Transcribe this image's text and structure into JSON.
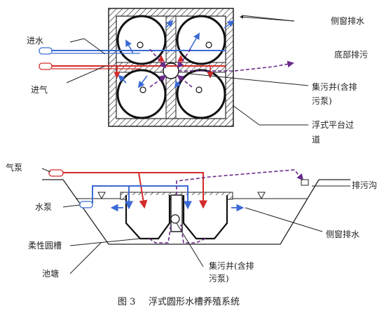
{
  "labels": {
    "jinshui": "进水",
    "jinqi": "进气",
    "cechuang_top": "侧窗排水",
    "dibu": "底部排污",
    "jiwu_top_1": "集污井(含排",
    "jiwu_top_2": "污泵)",
    "pingtai_1": "浮式平台过",
    "pingtai_2": "道",
    "qibeng": "气泵",
    "shuibeng": "水泵",
    "rouxing": "柔性圆槽",
    "chitang": "池塘",
    "paiwugou": "排污沟",
    "cechuang_bottom": "侧窗排水",
    "jiwu_bottom_1": "集污井(含排",
    "jiwu_bottom_2": "污泵)"
  },
  "caption": {
    "figure_no": "图 3",
    "title": "浮式圆形水槽养殖系统"
  },
  "colors": {
    "water": "#3a6ad4",
    "air": "#d42a2a",
    "waste": "#6a2a8a",
    "line": "#222222"
  }
}
